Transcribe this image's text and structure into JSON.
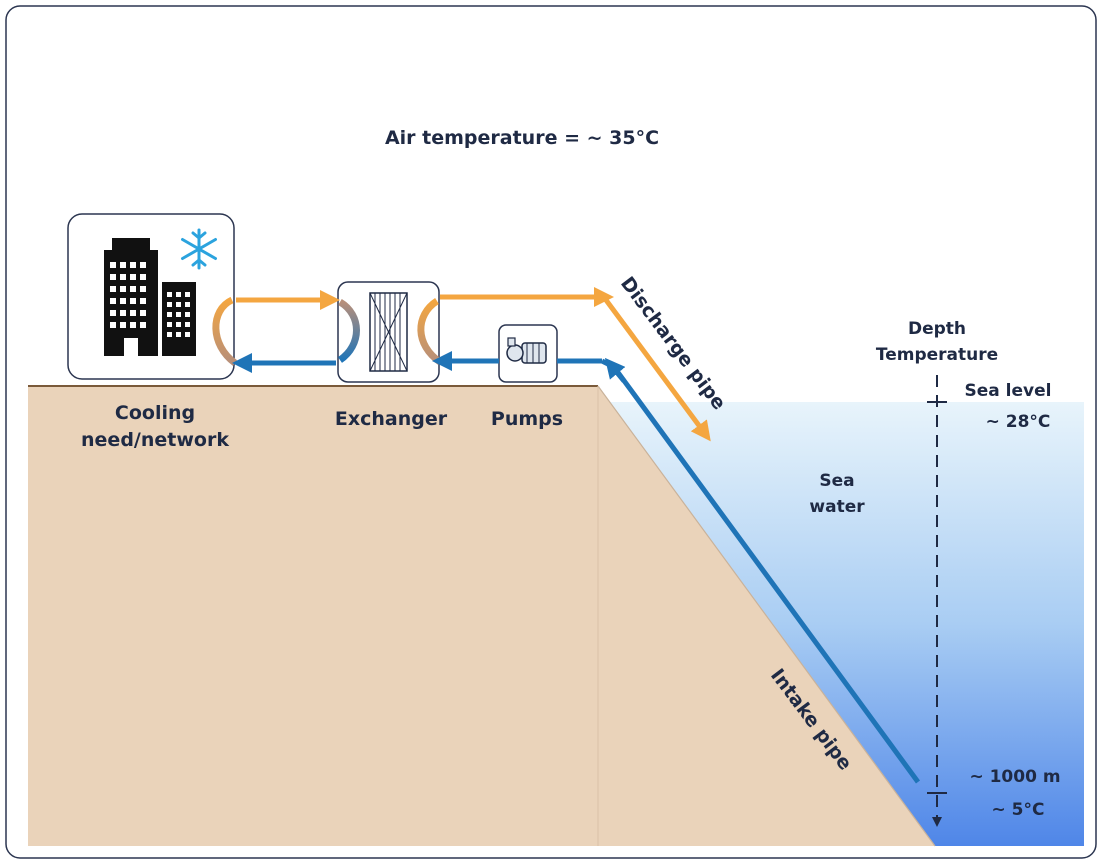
{
  "air_temperature": "Air temperature = ~ 35°C",
  "building_label": [
    "Cooling",
    "need/network"
  ],
  "exchanger_label": "Exchanger",
  "pumps_label": "Pumps",
  "discharge_pipe_label": "Discharge pipe",
  "intake_pipe_label": "Intake pipe",
  "sea_label": [
    "Sea",
    "water"
  ],
  "depth_header": [
    "Depth",
    "Temperature"
  ],
  "sea_level": {
    "label": "Sea level",
    "temp": "~ 28°C"
  },
  "bottom": {
    "depth": "~ 1000 m",
    "temp": "~ 5°C"
  },
  "colors": {
    "land": "#ead3ba",
    "land_edge": "#7a5a3a",
    "warm_pipe": "#f4a640",
    "cold_pipe": "#1f74b7",
    "sea_top": "#e8f4fb",
    "sea_bottom": "#4f86e8",
    "text": "#1f2a44"
  },
  "icons": {
    "building": "building-icon",
    "snowflake": "snowflake-icon",
    "exchanger": "heat-exchanger-icon",
    "pump": "pump-icon"
  }
}
